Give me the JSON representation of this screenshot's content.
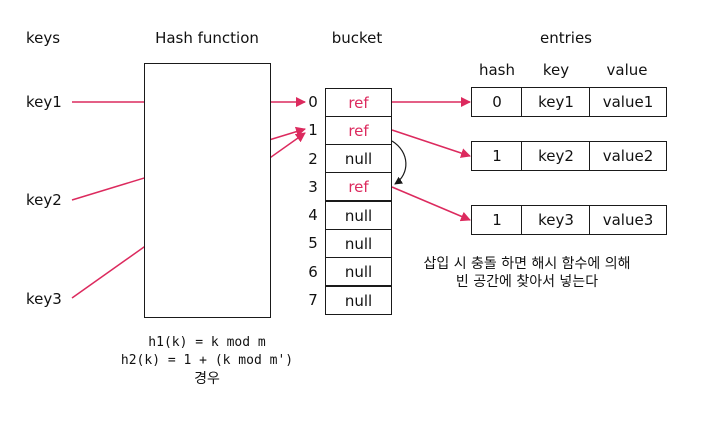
{
  "header": {
    "keys": "keys",
    "hash_function": "Hash function",
    "bucket": "bucket",
    "entries": "entries"
  },
  "entries_columns": [
    "hash",
    "key",
    "value"
  ],
  "keys": [
    "key1",
    "key2",
    "key3"
  ],
  "bucket": {
    "indices": [
      "0",
      "1",
      "2",
      "3",
      "4",
      "5",
      "6",
      "7"
    ],
    "cells": [
      "ref",
      "ref",
      "null",
      "ref",
      "null",
      "null",
      "null",
      "null"
    ]
  },
  "entries": [
    {
      "hash": "0",
      "key": "key1",
      "value": "value1"
    },
    {
      "hash": "1",
      "key": "key2",
      "value": "value2"
    },
    {
      "hash": "1",
      "key": "key3",
      "value": "value3"
    }
  ],
  "formula": {
    "line1": "h1(k) = k mod m",
    "line2": "h2(k) = 1 + (k mod m')",
    "line3": "경우"
  },
  "note": {
    "line1": "삽입 시 충돌 하면 해시 함수에 의해",
    "line2": "빈 공간에 찾아서 넣는다"
  },
  "colors": {
    "accent": "#dc2a5e",
    "ink": "#1a1a1a"
  }
}
